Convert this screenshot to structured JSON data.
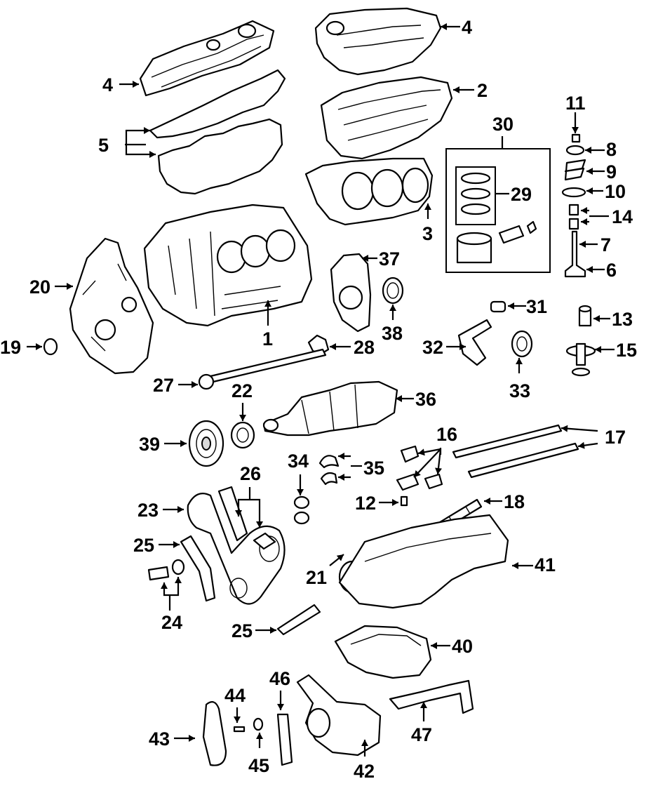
{
  "callouts": [
    {
      "id": "c1",
      "text": "1"
    },
    {
      "id": "c2",
      "text": "2"
    },
    {
      "id": "c3",
      "text": "3"
    },
    {
      "id": "c4a",
      "text": "4"
    },
    {
      "id": "c4b",
      "text": "4"
    },
    {
      "id": "c5",
      "text": "5"
    },
    {
      "id": "c6",
      "text": "6"
    },
    {
      "id": "c7",
      "text": "7"
    },
    {
      "id": "c8",
      "text": "8"
    },
    {
      "id": "c9",
      "text": "9"
    },
    {
      "id": "c10",
      "text": "10"
    },
    {
      "id": "c11",
      "text": "11"
    },
    {
      "id": "c12",
      "text": "12"
    },
    {
      "id": "c13",
      "text": "13"
    },
    {
      "id": "c14",
      "text": "14"
    },
    {
      "id": "c15",
      "text": "15"
    },
    {
      "id": "c16",
      "text": "16"
    },
    {
      "id": "c17",
      "text": "17"
    },
    {
      "id": "c18",
      "text": "18"
    },
    {
      "id": "c19",
      "text": "19"
    },
    {
      "id": "c20",
      "text": "20"
    },
    {
      "id": "c21",
      "text": "21"
    },
    {
      "id": "c22",
      "text": "22"
    },
    {
      "id": "c23",
      "text": "23"
    },
    {
      "id": "c24",
      "text": "24"
    },
    {
      "id": "c25a",
      "text": "25"
    },
    {
      "id": "c25b",
      "text": "25"
    },
    {
      "id": "c26",
      "text": "26"
    },
    {
      "id": "c27",
      "text": "27"
    },
    {
      "id": "c28",
      "text": "28"
    },
    {
      "id": "c29",
      "text": "29"
    },
    {
      "id": "c30",
      "text": "30"
    },
    {
      "id": "c31",
      "text": "31"
    },
    {
      "id": "c32",
      "text": "32"
    },
    {
      "id": "c33",
      "text": "33"
    },
    {
      "id": "c34",
      "text": "34"
    },
    {
      "id": "c35",
      "text": "35"
    },
    {
      "id": "c36",
      "text": "36"
    },
    {
      "id": "c37",
      "text": "37"
    },
    {
      "id": "c38",
      "text": "38"
    },
    {
      "id": "c39",
      "text": "39"
    },
    {
      "id": "c40",
      "text": "40"
    },
    {
      "id": "c41",
      "text": "41"
    },
    {
      "id": "c42",
      "text": "42"
    },
    {
      "id": "c43",
      "text": "43"
    },
    {
      "id": "c44",
      "text": "44"
    },
    {
      "id": "c45",
      "text": "45"
    },
    {
      "id": "c46",
      "text": "46"
    },
    {
      "id": "c47",
      "text": "47"
    }
  ],
  "colors": {
    "line": "#000000",
    "background": "#ffffff",
    "shade": "#d9d9d9"
  }
}
